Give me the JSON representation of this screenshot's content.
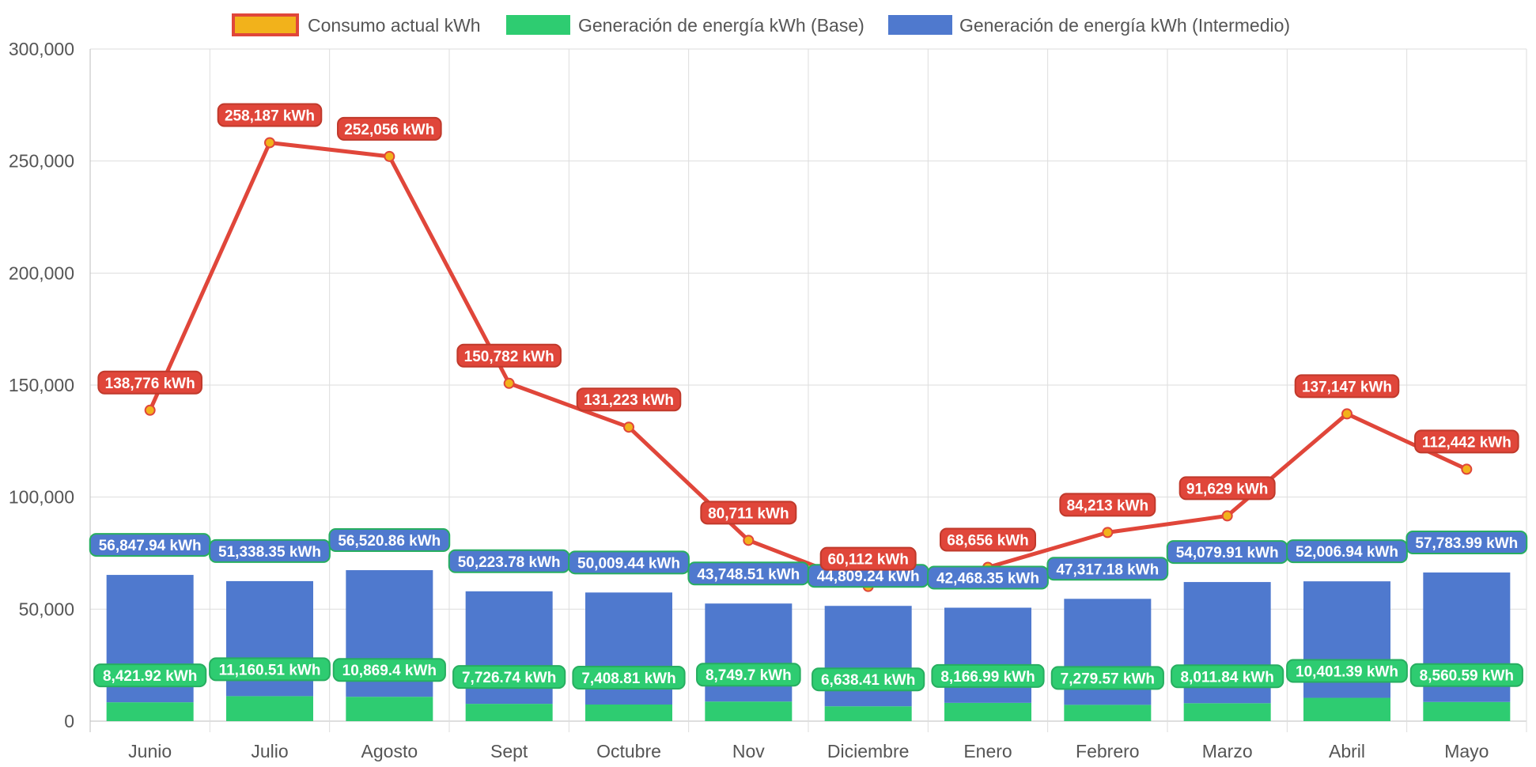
{
  "chart_data": {
    "type": "bar",
    "categories": [
      "Junio",
      "Julio",
      "Agosto",
      "Sept",
      "Octubre",
      "Nov",
      "Diciembre",
      "Enero",
      "Febrero",
      "Marzo",
      "Abril",
      "Mayo"
    ],
    "ylim": [
      0,
      300000
    ],
    "yticks": [
      "0",
      "50,000",
      "100,000",
      "150,000",
      "200,000",
      "250,000",
      "300,000"
    ],
    "grid": true,
    "legend_position": "top",
    "series": [
      {
        "name": "Consumo actual kWh",
        "kind": "line",
        "color": "#e0463a",
        "point_color": "#f2b21b",
        "values": [
          138776,
          258187,
          252056,
          150782,
          131223,
          80711,
          60112,
          68656,
          84213,
          91629,
          137147,
          112442
        ],
        "labels": [
          "138,776 kWh",
          "258,187 kWh",
          "252,056 kWh",
          "150,782 kWh",
          "131,223 kWh",
          "80,711 kWh",
          "60,112 kWh",
          "68,656 kWh",
          "84,213 kWh",
          "91,629 kWh",
          "137,147 kWh",
          "112,442 kWh"
        ]
      },
      {
        "name": "Generación de energía kWh (Base)",
        "kind": "bar",
        "color": "#2ecc71",
        "border": "#27ae60",
        "values": [
          8421.92,
          11160.51,
          10869.4,
          7726.74,
          7408.81,
          8749.7,
          6638.41,
          8166.99,
          7279.57,
          8011.84,
          10401.39,
          8560.59
        ],
        "labels": [
          "8,421.92 kWh",
          "11,160.51 kWh",
          "10,869.4 kWh",
          "7,726.74 kWh",
          "7,408.81 kWh",
          "8,749.7 kWh",
          "6,638.41 kWh",
          "8,166.99 kWh",
          "7,279.57 kWh",
          "8,011.84 kWh",
          "10,401.39 kWh",
          "8,560.59 kWh"
        ]
      },
      {
        "name": "Generación de energía kWh (Intermedio)",
        "kind": "bar",
        "color": "#4f79ce",
        "border": "#27ae60",
        "values": [
          56847.94,
          51338.35,
          56520.86,
          50223.78,
          50009.44,
          43748.51,
          44809.24,
          42468.35,
          47317.18,
          54079.91,
          52006.94,
          57783.99
        ],
        "labels": [
          "56,847.94 kWh",
          "51,338.35 kWh",
          "56,520.86 kWh",
          "50,223.78 kWh",
          "50,009.44 kWh",
          "43,748.51 kWh",
          "44,809.24 kWh",
          "42,468.35 kWh",
          "47,317.18 kWh",
          "54,079.91 kWh",
          "52,006.94 kWh",
          "57,783.99 kWh"
        ]
      }
    ]
  }
}
